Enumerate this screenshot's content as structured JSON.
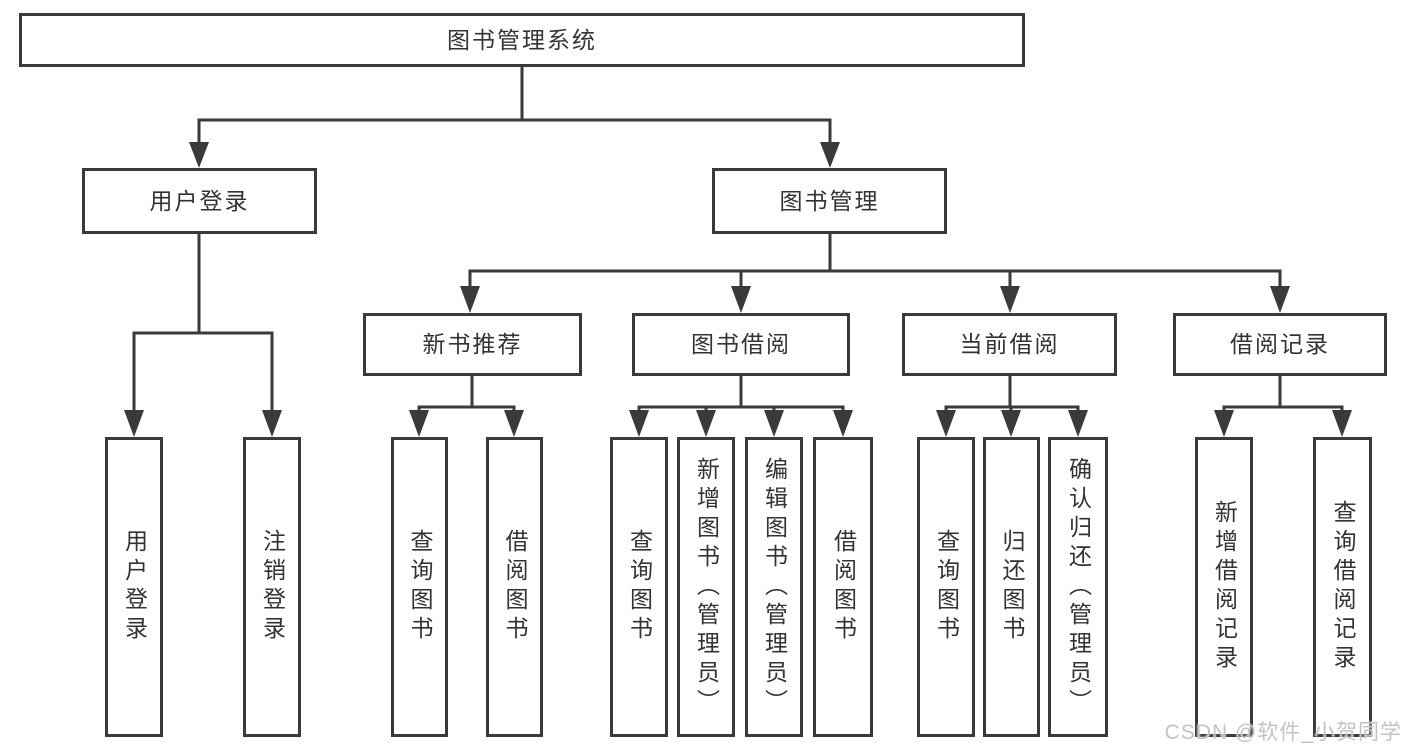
{
  "diagram": {
    "root": {
      "label": "图书管理系统"
    },
    "branches": [
      {
        "label": "用户登录",
        "children": [
          "用户登录",
          "注销登录"
        ]
      },
      {
        "label": "图书管理",
        "sections": [
          {
            "label": "新书推荐",
            "children": [
              "查询图书",
              "借阅图书"
            ]
          },
          {
            "label": "图书借阅",
            "children": [
              "查询图书",
              "新增图书（管理员）",
              "编辑图书（管理员）",
              "借阅图书"
            ]
          },
          {
            "label": "当前借阅",
            "children": [
              "查询图书",
              "归还图书",
              "确认归还（管理员）"
            ]
          },
          {
            "label": "借阅记录",
            "children": [
              "新增借阅记录",
              "查询借阅记录"
            ]
          }
        ]
      }
    ]
  },
  "watermark": "CSDN @软件_小贺同学",
  "colors": {
    "line": "#3a3a3a",
    "box_border": "#3a3a3a",
    "text": "#333333",
    "watermark": "#c3c3c3",
    "background": "#ffffff"
  }
}
